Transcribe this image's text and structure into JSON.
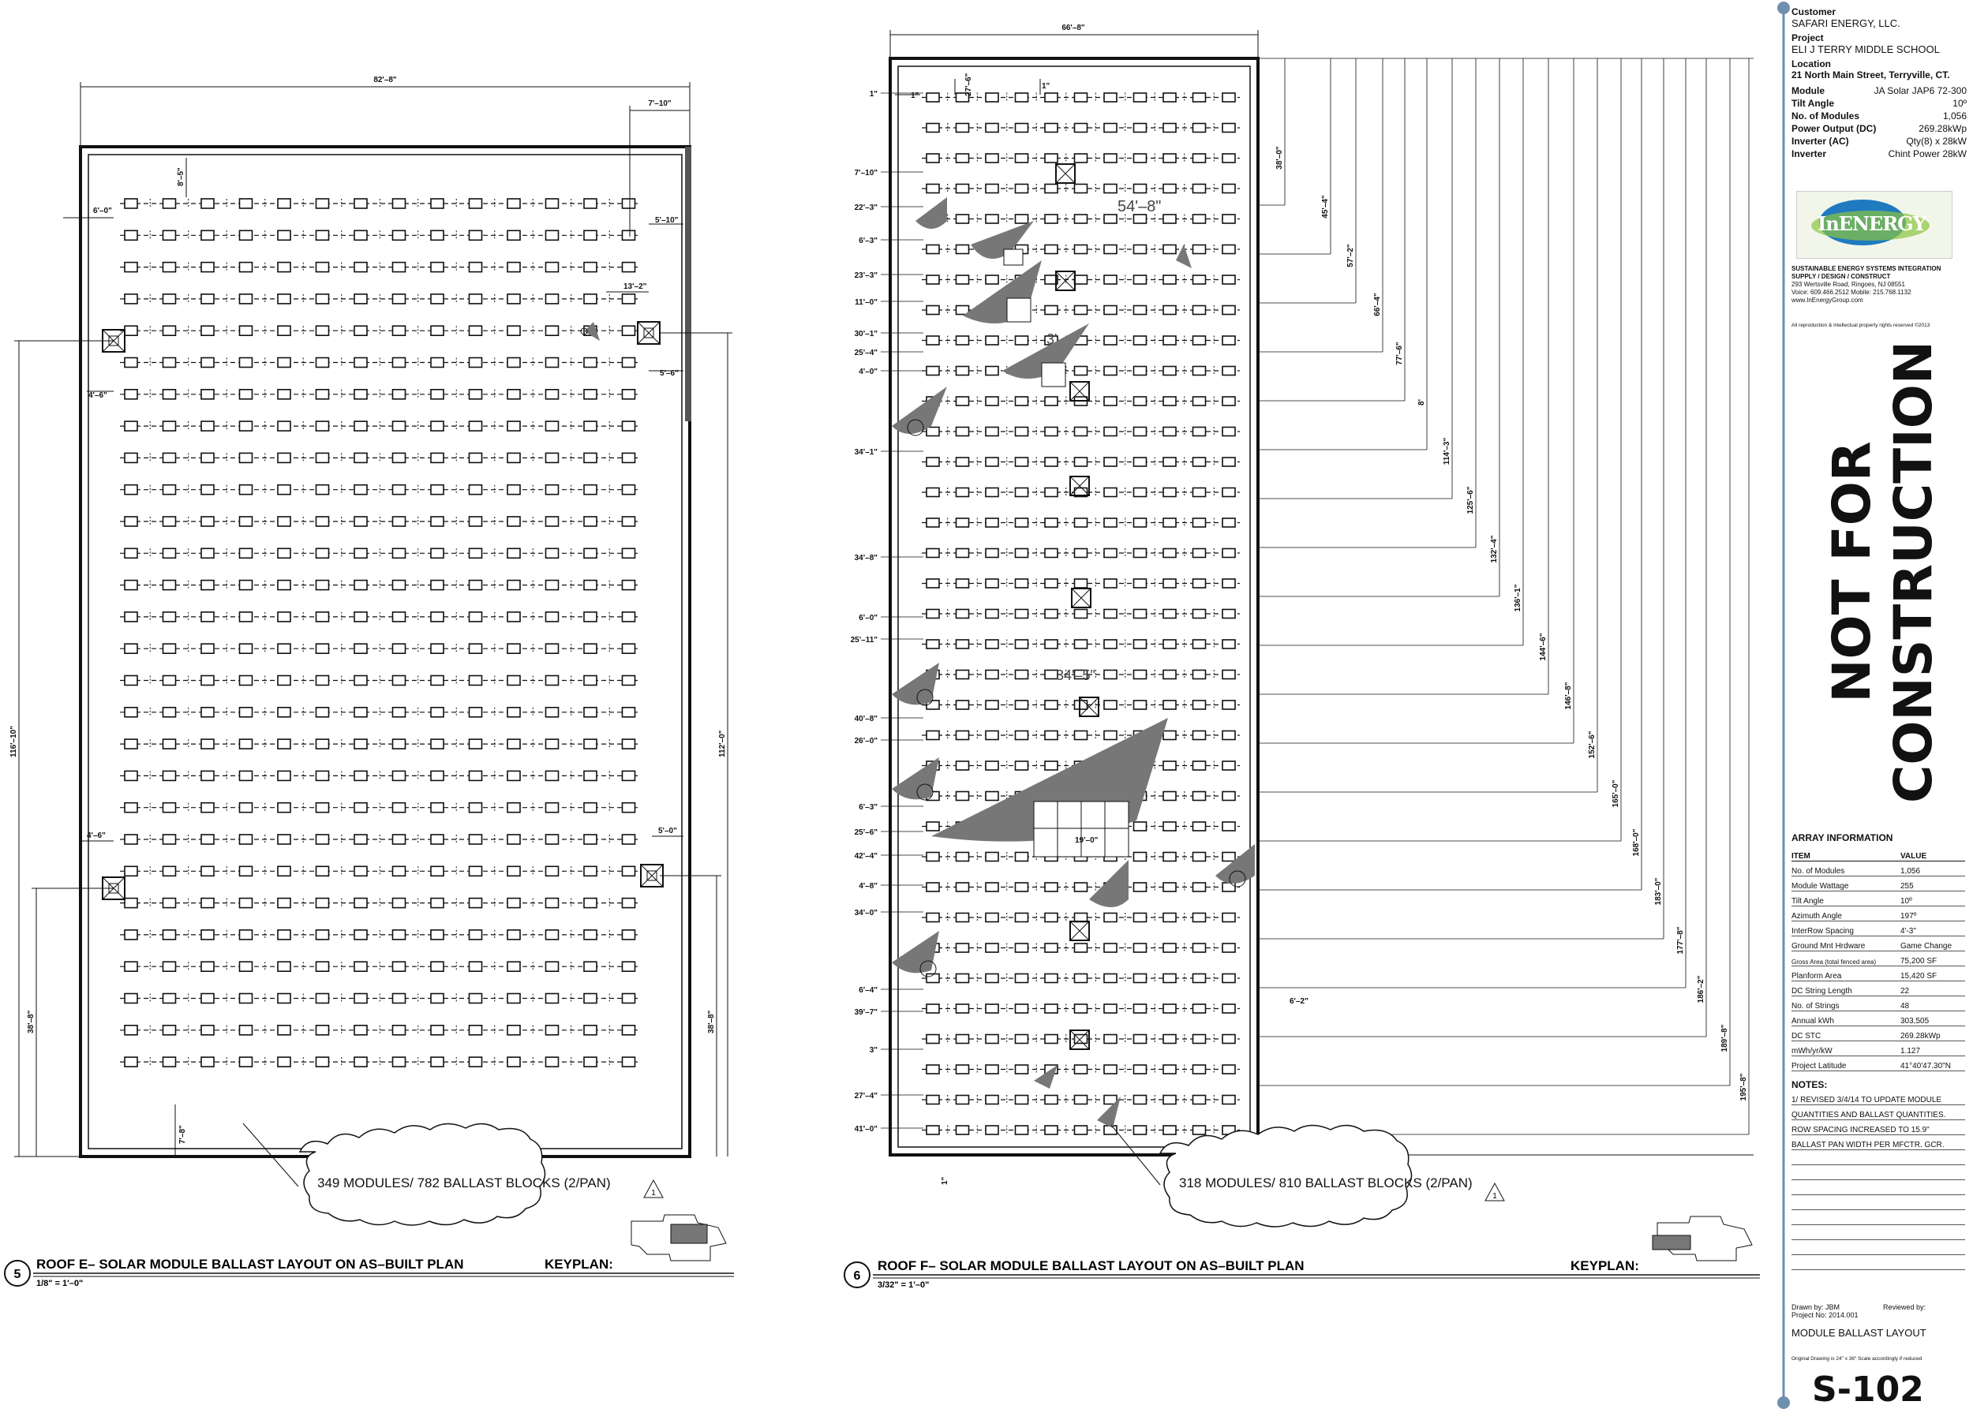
{
  "title_block": {
    "customer_label": "Customer",
    "customer": "SAFARI ENERGY, LLC.",
    "project_label": "Project",
    "project": "ELI J TERRY MIDDLE SCHOOL",
    "location_label": "Location",
    "location": "21 North Main Street, Terryville, CT.",
    "specs": [
      {
        "label": "Module",
        "value": "JA Solar JAP6 72-300"
      },
      {
        "label": "Tilt Angle",
        "value": "10º"
      },
      {
        "label": "No. of Modules",
        "value": "1,056"
      },
      {
        "label": "Power Output (DC)",
        "value": "269.28kWp"
      },
      {
        "label": "Inverter (AC)",
        "value": "Qty(8) x 28kW"
      },
      {
        "label": "Inverter",
        "value": "Chint Power 28kW"
      }
    ],
    "logo_text": "InENERGY",
    "company_tagline": "SUSTAINABLE ENERGY SYSTEMS INTEGRATION",
    "company_services": "SUPPLY / DESIGN / CONSTRUCT",
    "company_address": "293 Wertsville Road, Ringoes, NJ 08551",
    "company_phone": "Voice: 609.466.2512  Mobile: 215.768.1132",
    "company_web": "www.InEnergyGroup.com",
    "rights": "All reproduction & intellectual property rights reserved ©2013",
    "stamp_line1": "NOT FOR",
    "stamp_line2": "CONSTRUCTION",
    "array_title": "ARRAY INFORMATION",
    "array_header_item": "ITEM",
    "array_header_value": "VALUE",
    "array_rows": [
      {
        "item": "No. of Modules",
        "value": "1,056"
      },
      {
        "item": "Module Wattage",
        "value": "255"
      },
      {
        "item": "Tilt Angle",
        "value": "10º"
      },
      {
        "item": "Azimuth Angle",
        "value": "197º"
      },
      {
        "item": "InterRow Spacing",
        "value": "4'-3\""
      },
      {
        "item": "Ground Mnt Hrdware",
        "value": "Game Change"
      },
      {
        "item": "Gross Area (total fenced area)",
        "value": "75,200 SF"
      },
      {
        "item": "Planform Area",
        "value": "15,420 SF"
      },
      {
        "item": "DC String Length",
        "value": "22"
      },
      {
        "item": "No. of Strings",
        "value": "48"
      },
      {
        "item": "Annual kWh",
        "value": "303,505"
      },
      {
        "item": "DC STC",
        "value": "269.28kWp"
      },
      {
        "item": "mWh/yr/kW",
        "value": "1.127"
      },
      {
        "item": "Project Latitude",
        "value": "41°40'47.30\"N"
      }
    ],
    "notes_title": "NOTES:",
    "notes": [
      "1/ REVISED 3/4/14 TO UPDATE MODULE",
      "QUANTITIES AND BALLAST QUANTITIES.",
      "ROW SPACING INCREASED TO 15.9\"",
      "BALLAST PAN WIDTH PER MFCTR. GCR."
    ],
    "drawn_by": "Drawn by: JBM",
    "reviewed_by": "Reviewed by:",
    "project_no": "Project No: 2014.001",
    "sheet_title": "MODULE BALLAST LAYOUT",
    "original_note": "Original Drawing is 24\" x 36\" Scale accordingly if reduced",
    "sheet_number": "S-102"
  },
  "roof_e": {
    "detail_number": "5",
    "title": "ROOF E– SOLAR MODULE BALLAST LAYOUT ON AS–BUILT PLAN",
    "scale": "1/8\" = 1'–0\"",
    "keyplan": "KEYPLAN:",
    "callout": "349 MODULES/ 782 BALLAST BLOCKS (2/PAN)",
    "revision": "1",
    "dims": {
      "width_total": "82'–8\"",
      "top_right": "7'–10\"",
      "left_edge": "6'–0\"",
      "top_offset": "8'–5\"",
      "right_upper": "5'–10\"",
      "right_mid": "13'–2\"",
      "right_lower": "5'–6\"",
      "left_mid": "4'–6\"",
      "height_left": "116'–10\"",
      "height_right": "112'–0\"",
      "lower_left": "4'–6\"",
      "lower_right": "5'–0\"",
      "bottom_left": "38'–8\"",
      "bottom_right": "38'–8\"",
      "bottom_gap": "7'–8\""
    }
  },
  "roof_f": {
    "detail_number": "6",
    "title": "ROOF F– SOLAR MODULE BALLAST LAYOUT ON AS–BUILT PLAN",
    "scale": "3/32\" = 1'–0\"",
    "keyplan": "KEYPLAN:",
    "callout": "318 MODULES/ 810 BALLAST BLOCKS (2/PAN)",
    "revision": "1",
    "dims": {
      "width_total": "66'–8\"",
      "top_a": "1\"",
      "top_b": "27'–6\"",
      "top_c": "1\"",
      "mid_a": "54'–8\"",
      "mid_b": "3'",
      "mid_c": "34'–5\"",
      "mid_d": "19'–0\"",
      "right_note": "6'–2\"",
      "bottom_note": "1\""
    },
    "left_dims": [
      "1\"",
      "7'–10\"",
      "22'–3\"",
      "6'–3\"",
      "23'–3\"",
      "11'–0\"",
      "30'–1\"",
      "25'–4\"",
      "4'–0\"",
      "34'–1\"",
      "34'–8\"",
      "6'–0\"",
      "25'–11\"",
      "40'–8\"",
      "26'–0\"",
      "6'–3\"",
      "25'–6\"",
      "42'–4\"",
      "4'–8\"",
      "34'–0\"",
      "6'–4\"",
      "39'–7\"",
      "3\"",
      "27'–4\"",
      "41'–0\""
    ],
    "right_dims": [
      "38'–0\"",
      "45'–4\"",
      "57'–2\"",
      "66'–4\"",
      "77'–6\"",
      "8'",
      "114'–3\"",
      "125'–6\"",
      "132'–4\"",
      "136'–1\"",
      "144'–6\"",
      "146'–8\"",
      "152'–6\"",
      "165'–0\"",
      "168'–0\"",
      "183'–0\"",
      "177'–8\"",
      "186'–2\"",
      "189'–8\"",
      "195'–8\""
    ]
  }
}
